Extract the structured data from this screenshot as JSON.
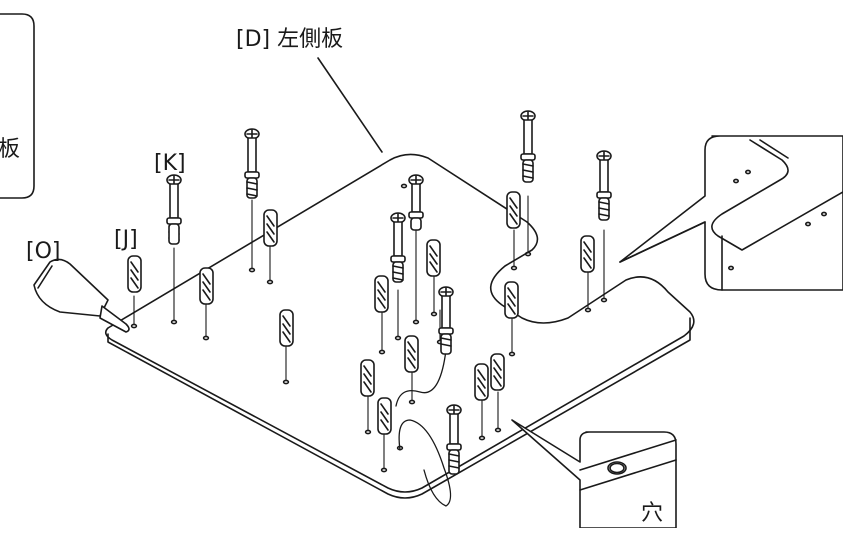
{
  "labels": {
    "side_panel": "[D] 左側板",
    "dowel_screw": "[K]",
    "dowel": "[J]",
    "glue": "[O]",
    "hole": "穴",
    "cut_off_char": "板"
  },
  "colors": {
    "line": "#1a1a1a",
    "background": "#ffffff"
  }
}
